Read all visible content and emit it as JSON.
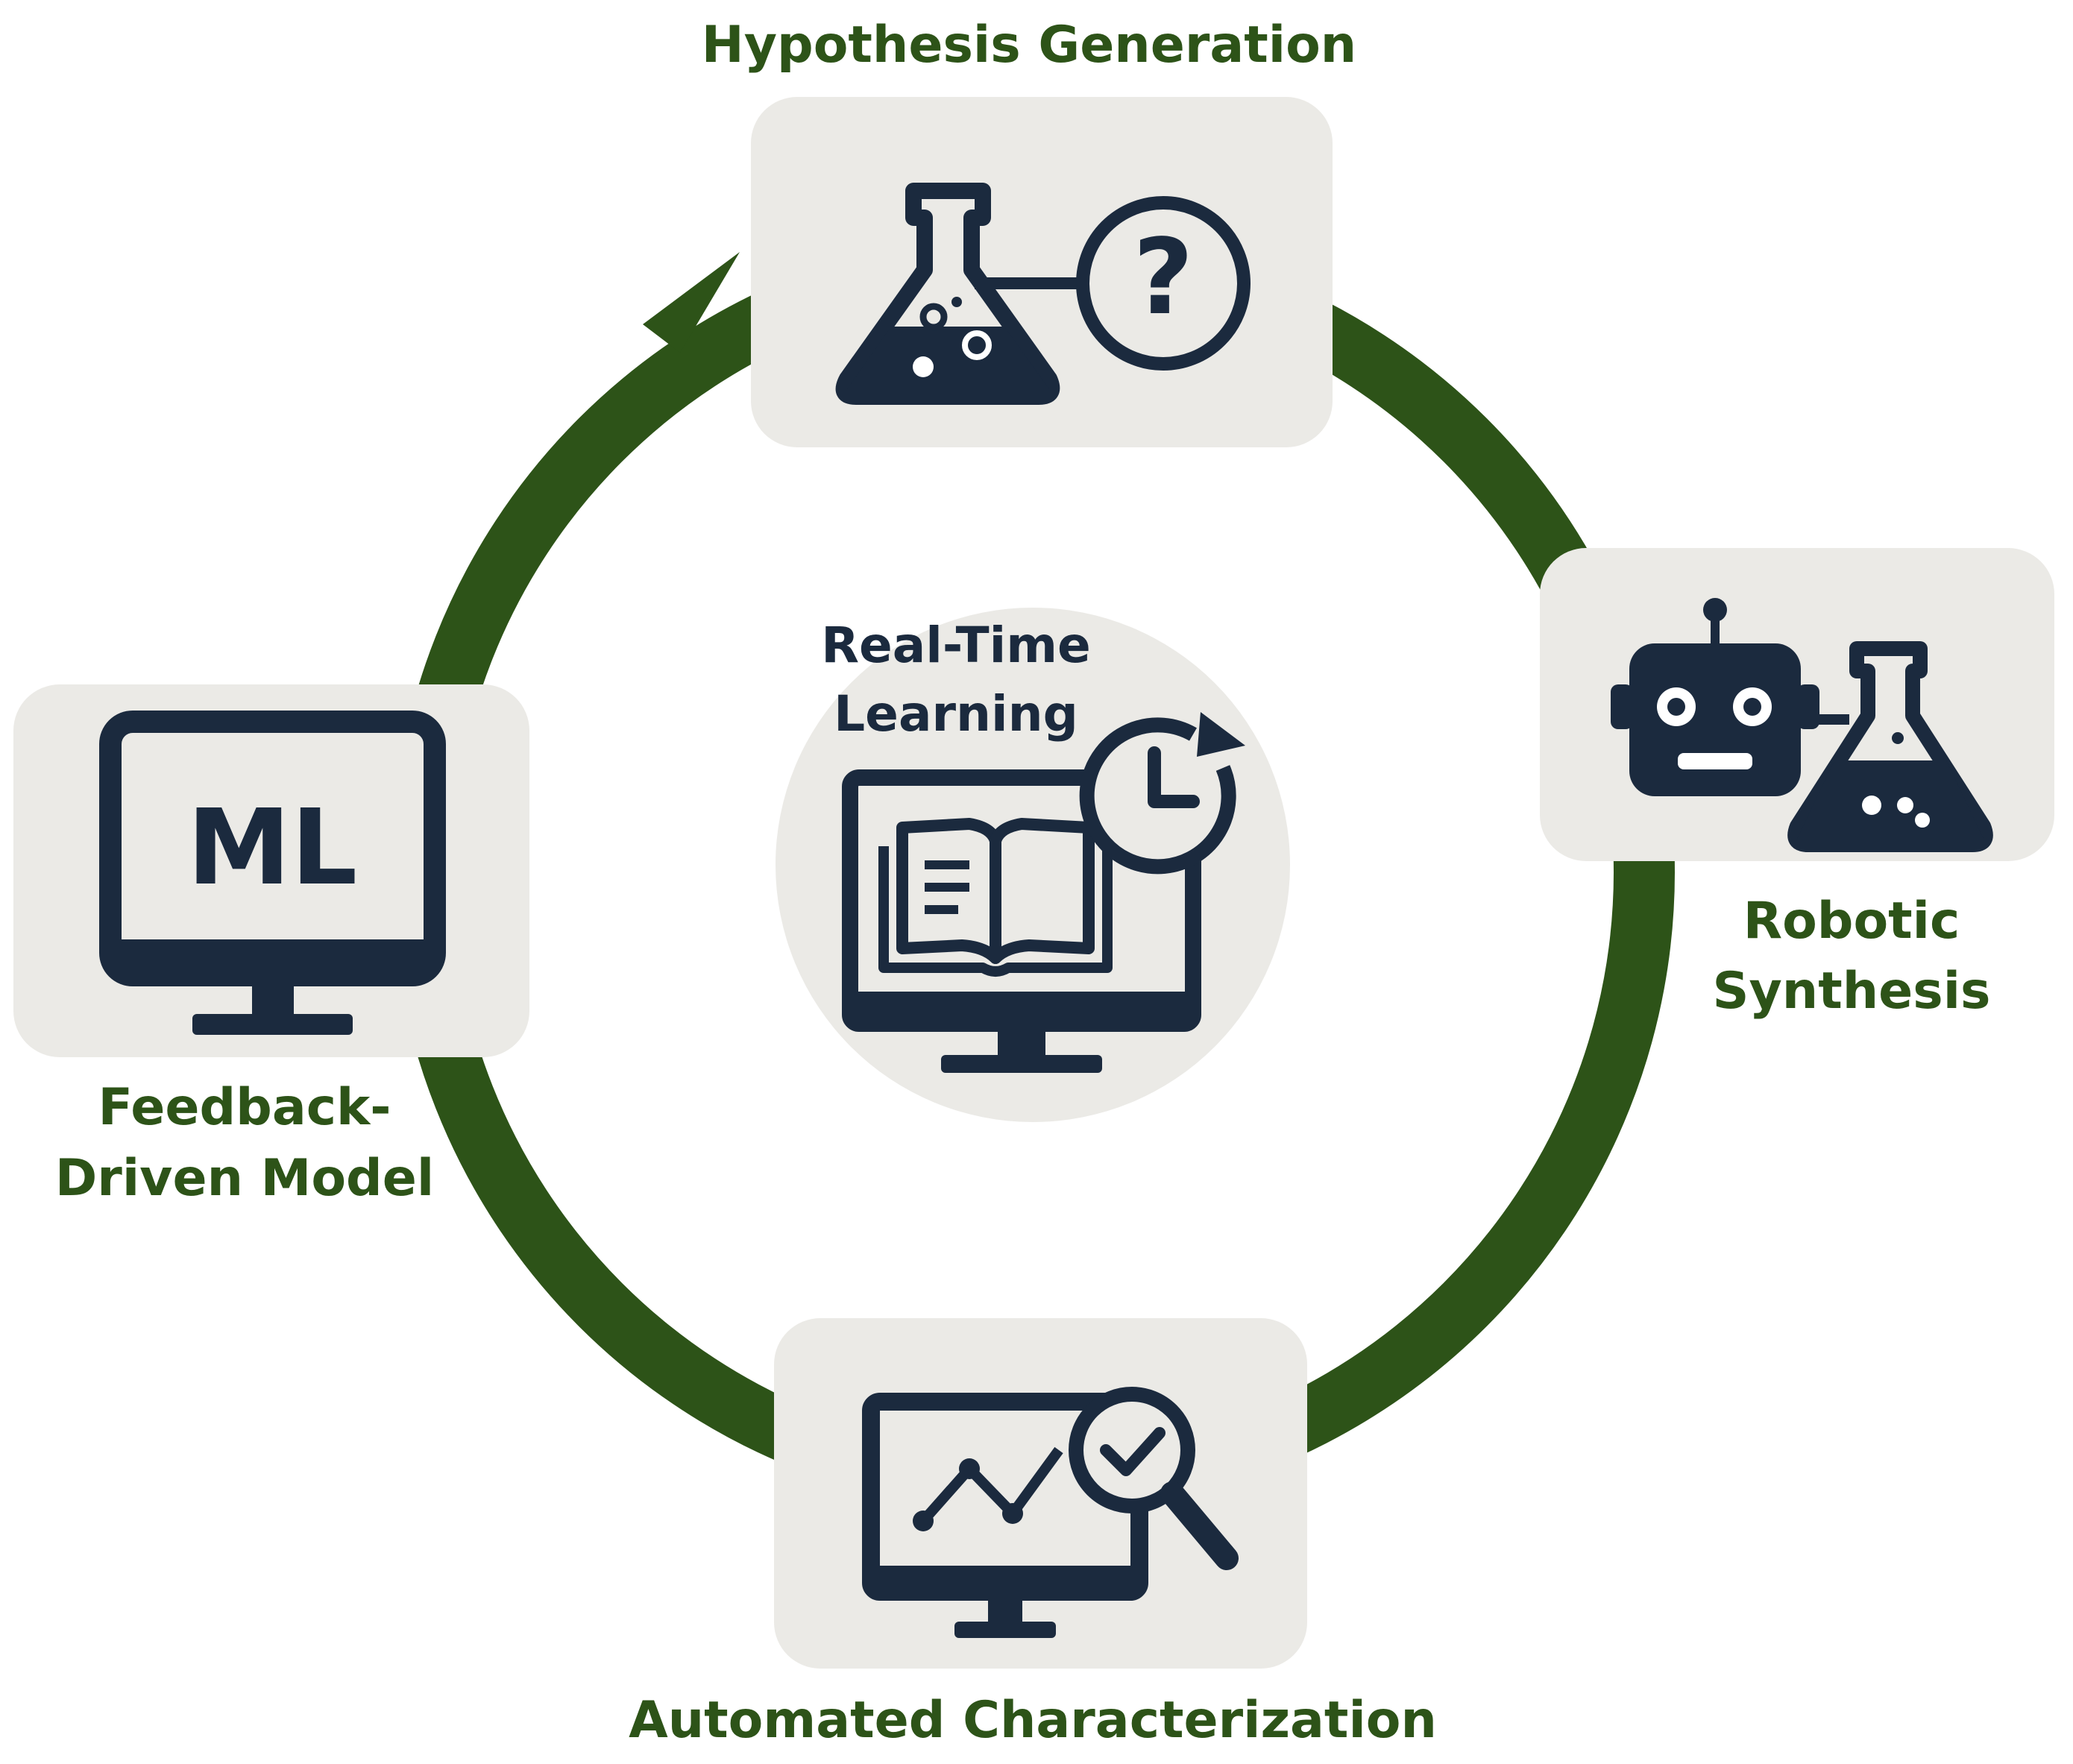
{
  "colors": {
    "ring": "#2d5318",
    "label_green": "#2d5318",
    "icon_navy": "#1b2a3e",
    "box_fill": "#ebeae6",
    "center_fill": "#ebeae6",
    "background": "#ffffff"
  },
  "stages": {
    "hypothesis": {
      "label": "Hypothesis Generation",
      "icon": "flask-question-icon"
    },
    "robotic": {
      "label_line1": "Robotic",
      "label_line2": "Synthesis",
      "icon": "robot-flask-icon"
    },
    "characterization": {
      "label": "Automated Characterization",
      "icon": "monitor-chart-magnifier-icon"
    },
    "feedback": {
      "label_line1": "Feedback-",
      "label_line2": "Driven Model",
      "icon": "monitor-ml-icon",
      "screen_text": "ML"
    }
  },
  "center": {
    "label_line1": "Real-Time",
    "label_line2": "Learning",
    "icon": "monitor-book-clock-icon"
  },
  "cycle": {
    "direction": "clockwise",
    "arrow_target": "hypothesis"
  }
}
